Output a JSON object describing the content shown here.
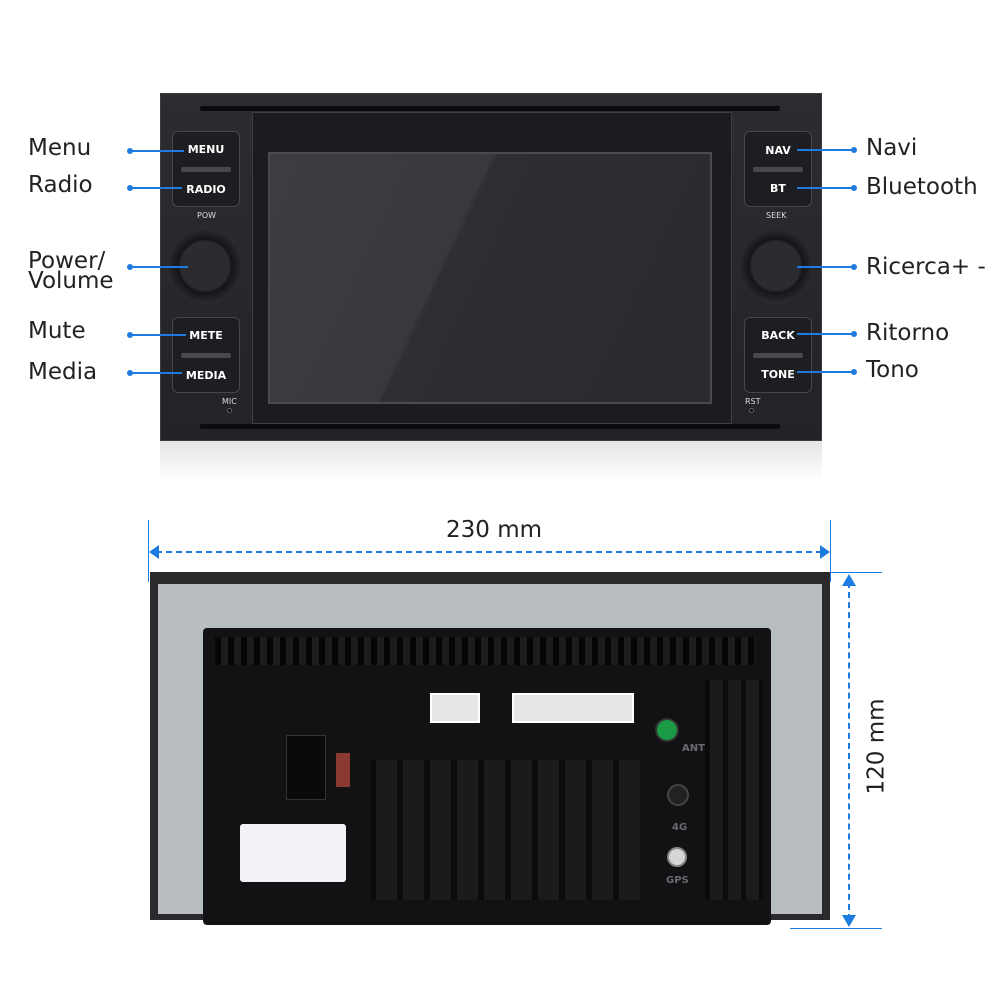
{
  "front": {
    "buttons": {
      "menu": "MENU",
      "radio": "RADIO",
      "mute": "METE",
      "media": "MEDIA",
      "nav": "NAV",
      "bt": "BT",
      "back": "BACK",
      "tone": "TONE"
    },
    "knob_labels": {
      "pow": "POW",
      "seek": "SEEK"
    },
    "small_labels": {
      "mic": "MIC",
      "rst": "RST"
    }
  },
  "callouts": {
    "left": [
      "Menu",
      "Radio",
      "Power/",
      "Volume",
      "Mute",
      "Media"
    ],
    "right": [
      "Navi",
      "Bluetooth",
      "Ricerca+ -",
      "Ritorno",
      "Tono"
    ]
  },
  "dimensions": {
    "width": "230 mm",
    "height": "120 mm"
  },
  "back": {
    "ports": [
      "ANT",
      "4G",
      "GPS"
    ]
  },
  "colors": {
    "accent": "#1e7be0",
    "unit": "#2a2b2f"
  }
}
